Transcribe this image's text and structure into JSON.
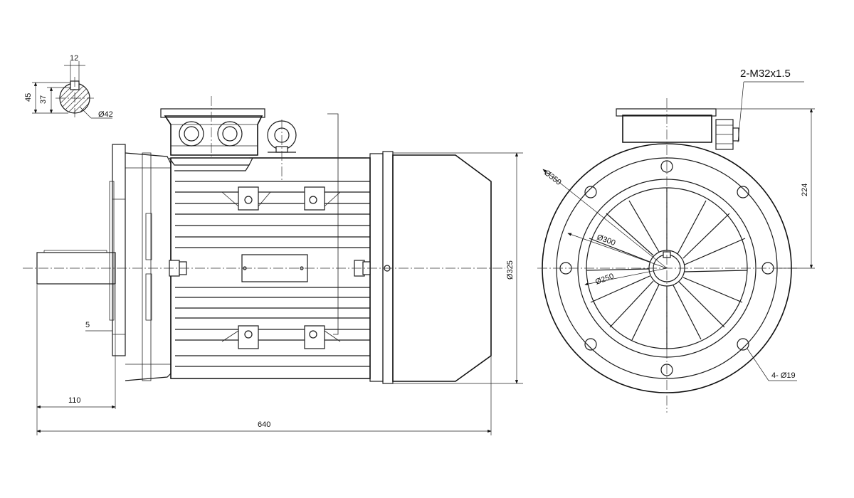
{
  "dimensions": {
    "key_width": "12",
    "key_height_outer": "45",
    "key_height_inner": "37",
    "shaft_diameter": "Ø42",
    "flange_offset": "5",
    "shaft_length": "110",
    "overall_length": "640",
    "frame_diameter": "Ø325",
    "flange_outer_diameter": "Ø350",
    "bolt_circle_diameter": "Ø300",
    "spigot_diameter": "Ø250",
    "shaft_height": "224",
    "cable_gland": "2-M32x1.5",
    "mounting_holes": "4- Ø19"
  }
}
